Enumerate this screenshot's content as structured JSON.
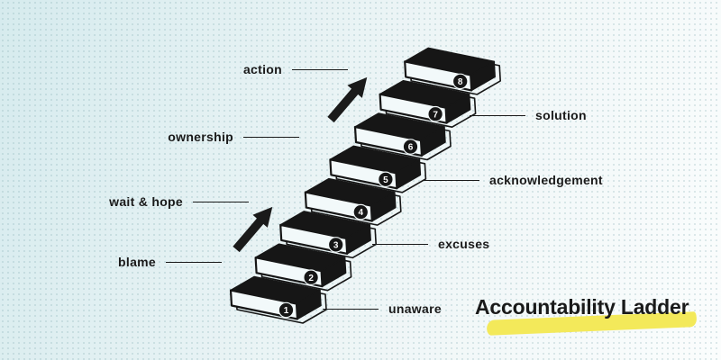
{
  "title": {
    "text": "Accountability Ladder"
  },
  "colors": {
    "ink": "#1a1a1a",
    "step_dark": "#161616",
    "step_face": "#f2f9fa",
    "badge_text": "#ffffff",
    "highlight": "#f3e95a",
    "bg_top_left": "#d6ebee",
    "bg_mid": "#edf5f6",
    "bg_bottom_right": "#fbfdfd"
  },
  "steps": [
    {
      "number": "1",
      "label": "unaware",
      "label_side": "right"
    },
    {
      "number": "2",
      "label": "blame",
      "label_side": "left"
    },
    {
      "number": "3",
      "label": "excuses",
      "label_side": "right"
    },
    {
      "number": "4",
      "label": "wait & hope",
      "label_side": "left"
    },
    {
      "number": "5",
      "label": "acknowledgement",
      "label_side": "right"
    },
    {
      "number": "6",
      "label": "ownership",
      "label_side": "left"
    },
    {
      "number": "7",
      "label": "solution",
      "label_side": "right"
    },
    {
      "number": "8",
      "label": "action",
      "label_side": "left"
    }
  ],
  "icons": {
    "arrows": "upward-arrow"
  }
}
